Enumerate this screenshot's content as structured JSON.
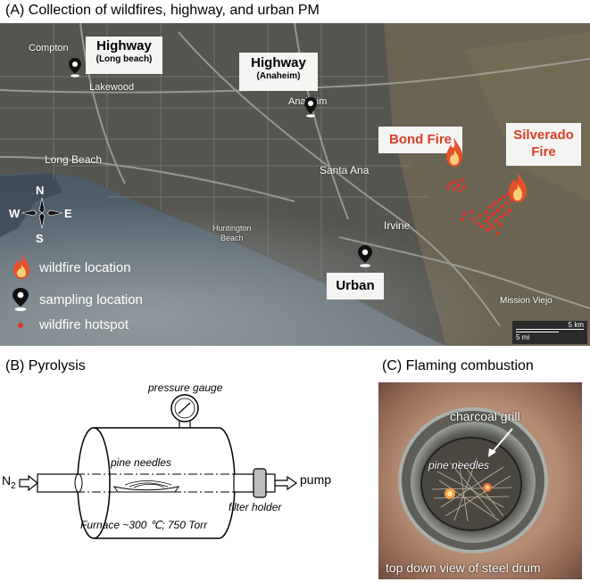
{
  "panel_a": {
    "title": "(A) Collection of wildfires, highway, and urban PM",
    "highway_long_beach": {
      "title": "Highway",
      "subtitle": "(Long beach)"
    },
    "highway_anaheim": {
      "title": "Highway",
      "subtitle": "(Anaheim)"
    },
    "bond_fire": "Bond Fire",
    "silverado_fire": {
      "line1": "Silverado",
      "line2": "Fire"
    },
    "urban": "Urban",
    "places": {
      "compton": "Compton",
      "lakewood": "Lakewood",
      "long_beach": "Long Beach",
      "anaheim": "Anaheim",
      "santa_ana": "Santa Ana",
      "irvine": "Irvine",
      "huntington_beach_1": "Huntington",
      "huntington_beach_2": "Beach",
      "mission_viejo": "Mission Viejo"
    },
    "compass": {
      "n": "N",
      "s": "S",
      "e": "E",
      "w": "W"
    },
    "legend": {
      "wildfire_location": "wildfire location",
      "sampling_location": "sampling location",
      "wildfire_hotspot": "wildfire hotspot"
    },
    "scale": {
      "km": "5 km",
      "mi": "5 mi"
    },
    "colors": {
      "fire_red": "#d8402a",
      "hotspot": "#e0352b"
    }
  },
  "panel_b": {
    "title": "(B) Pyrolysis",
    "pressure_gauge": "pressure gauge",
    "pine_needles": "pine needles",
    "n2": "N",
    "n2_sub": "2",
    "pump": "pump",
    "filter_holder": "filter holder",
    "furnace": "Furnace ~300 ℃; 750 Torr"
  },
  "panel_c": {
    "title": "(C) Flaming combustion",
    "charcoal_grill": "charcoal grill",
    "pine_needles": "pine needles",
    "caption": "top down view of steel drum"
  }
}
